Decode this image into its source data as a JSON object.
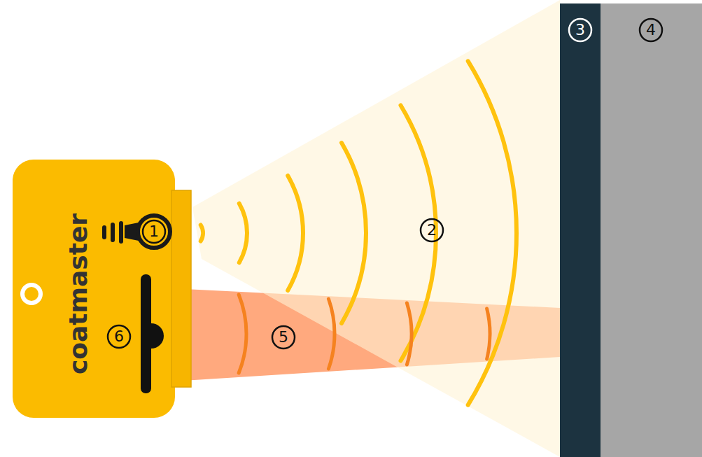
{
  "diagram": {
    "labels": [
      "coatmaster",
      "1",
      "2",
      "3",
      "4",
      "5",
      "6"
    ]
  }
}
